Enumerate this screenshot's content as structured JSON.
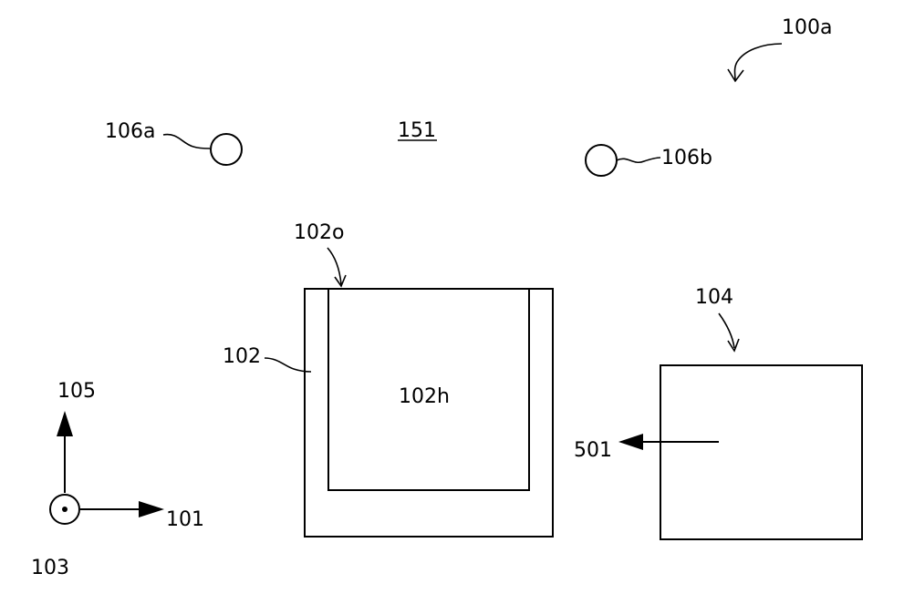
{
  "labels": {
    "assembly": "100a",
    "region": "151",
    "marker_left": "106a",
    "marker_right": "106b",
    "container_opening": "102o",
    "container": "102",
    "container_hollow": "102h",
    "block": "104",
    "motion": "501",
    "axis_up": "105",
    "axis_right": "101",
    "axis_out": "103"
  }
}
